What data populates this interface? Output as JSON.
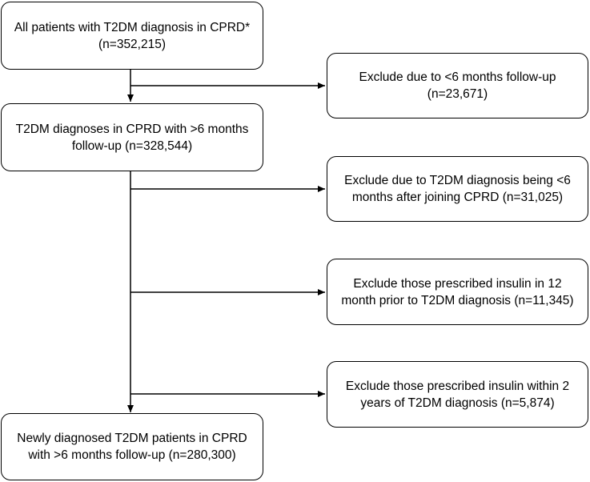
{
  "main_boxes": [
    {
      "lines": [
        "All patients with T2DM diagnosis in CPRD*",
        "(n=352,215)"
      ]
    },
    {
      "lines": [
        "T2DM diagnoses in CPRD with >6 months",
        "follow-up (n=328,544)"
      ]
    },
    {
      "lines": [
        "Newly diagnosed T2DM patients in CPRD",
        "with >6 months follow-up (n=280,300)"
      ]
    }
  ],
  "exclusion_boxes": [
    {
      "lines": [
        "Exclude due to <6 months follow-up",
        "(n=23,671)"
      ]
    },
    {
      "lines": [
        "Exclude due to T2DM diagnosis being <6",
        "months after joining CPRD (n=31,025)"
      ]
    },
    {
      "lines": [
        "Exclude those prescribed insulin in 12",
        "month prior to T2DM diagnosis (n=11,345)"
      ]
    },
    {
      "lines": [
        "Exclude those prescribed insulin within 2",
        "years of T2DM diagnosis (n=5,874)"
      ]
    }
  ]
}
